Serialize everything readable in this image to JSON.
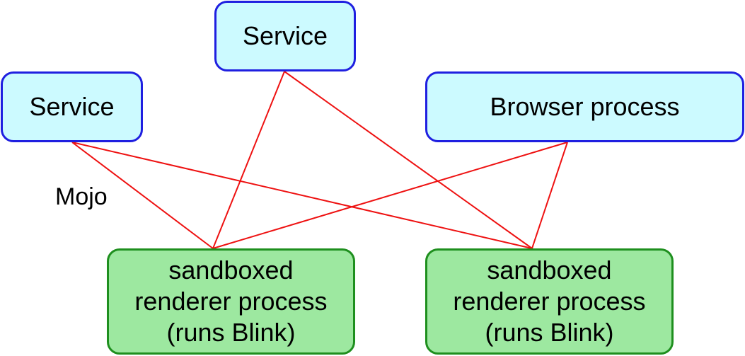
{
  "nodes": {
    "service_top": {
      "label": "Service"
    },
    "service_left": {
      "label": "Service"
    },
    "browser": {
      "label": "Browser process"
    },
    "renderer_left": {
      "lines": [
        "sandboxed",
        "renderer process",
        "(runs Blink)"
      ]
    },
    "renderer_right": {
      "lines": [
        "sandboxed",
        "renderer process",
        "(runs Blink)"
      ]
    }
  },
  "edge_label": "Mojo",
  "edges": [
    {
      "from": "service_left",
      "to": "renderer_left"
    },
    {
      "from": "service_left",
      "to": "renderer_right"
    },
    {
      "from": "service_top",
      "to": "renderer_left"
    },
    {
      "from": "service_top",
      "to": "renderer_right"
    },
    {
      "from": "browser",
      "to": "renderer_left"
    },
    {
      "from": "browser",
      "to": "renderer_right"
    }
  ],
  "colors": {
    "service_fill": "#ccfaff",
    "service_border": "#1f1fe0",
    "renderer_fill": "#9de8a0",
    "renderer_border": "#1e8f1e",
    "edge": "#ee1111"
  }
}
